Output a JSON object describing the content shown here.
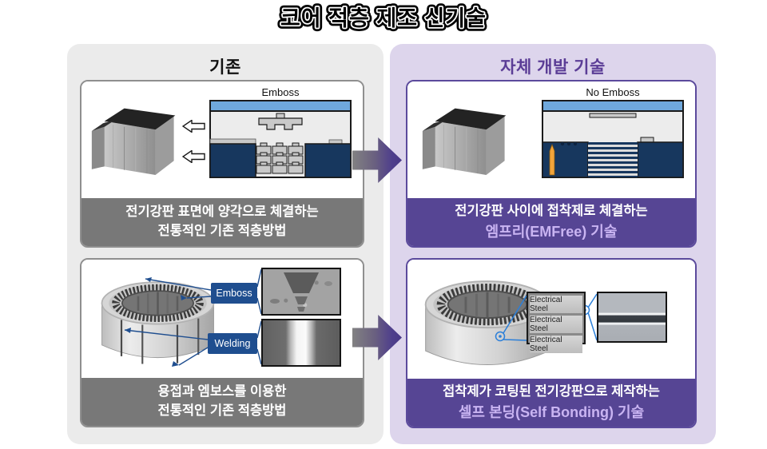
{
  "title": "코어 적층 제조 신기술",
  "left_panel": {
    "header": "기존",
    "top_card": {
      "diagram_label": "Emboss",
      "caption_line1": "전기강판 표면에 양각으로 체결하는",
      "caption_line2": "전통적인 기존 적층방법"
    },
    "bottom_card": {
      "emboss_label": "Emboss",
      "welding_label": "Welding",
      "caption_line1": "용접과 엠보스를 이용한",
      "caption_line2": "전통적인 기존 적층방법"
    }
  },
  "right_panel": {
    "header": "자체 개발 기술",
    "top_card": {
      "diagram_label": "No Emboss",
      "caption_line1": "전기강판 사이에 접착제로 체결하는",
      "caption_line2": "엠프리(EMFree) 기술"
    },
    "bottom_card": {
      "layer_labels": [
        "Electrical Steel",
        "Electrical Steel",
        "Electrical Steel"
      ],
      "caption_line1": "접착제가 코팅된 전기강판으로 제작하는",
      "caption_line2": "셀프 본딩(Self Bonding) 기술"
    }
  },
  "colors": {
    "panel_gray": "#ebebeb",
    "panel_purple": "#ddd5ec",
    "caption_gray": "#787878",
    "caption_purple": "#564594",
    "accent_purple": "#5b3d96",
    "highlight_text": "#c9b4f2",
    "diagram_navy": "#17375e",
    "diagram_blue": "#6fa8dc",
    "callout_navy": "#1f4e8f",
    "callout_blue": "#2b7fd9",
    "nozzle_orange": "#f2a43a"
  }
}
